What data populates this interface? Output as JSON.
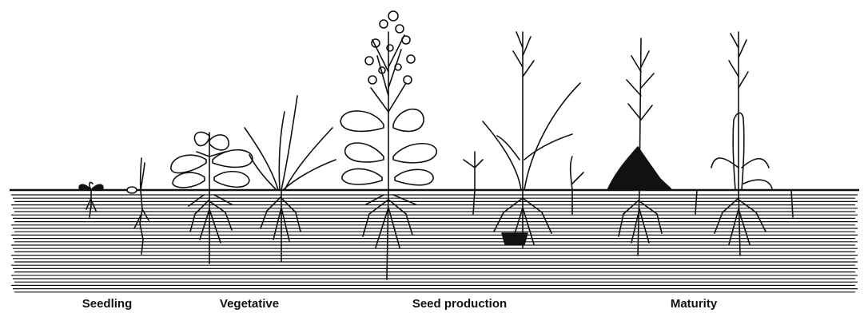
{
  "stages": [
    {
      "label": "Seedling"
    },
    {
      "label": "Vegetative"
    },
    {
      "label": "Seed production"
    },
    {
      "label": "Maturity"
    }
  ],
  "colors": {
    "ink": "#111111",
    "paper": "#ffffff"
  }
}
